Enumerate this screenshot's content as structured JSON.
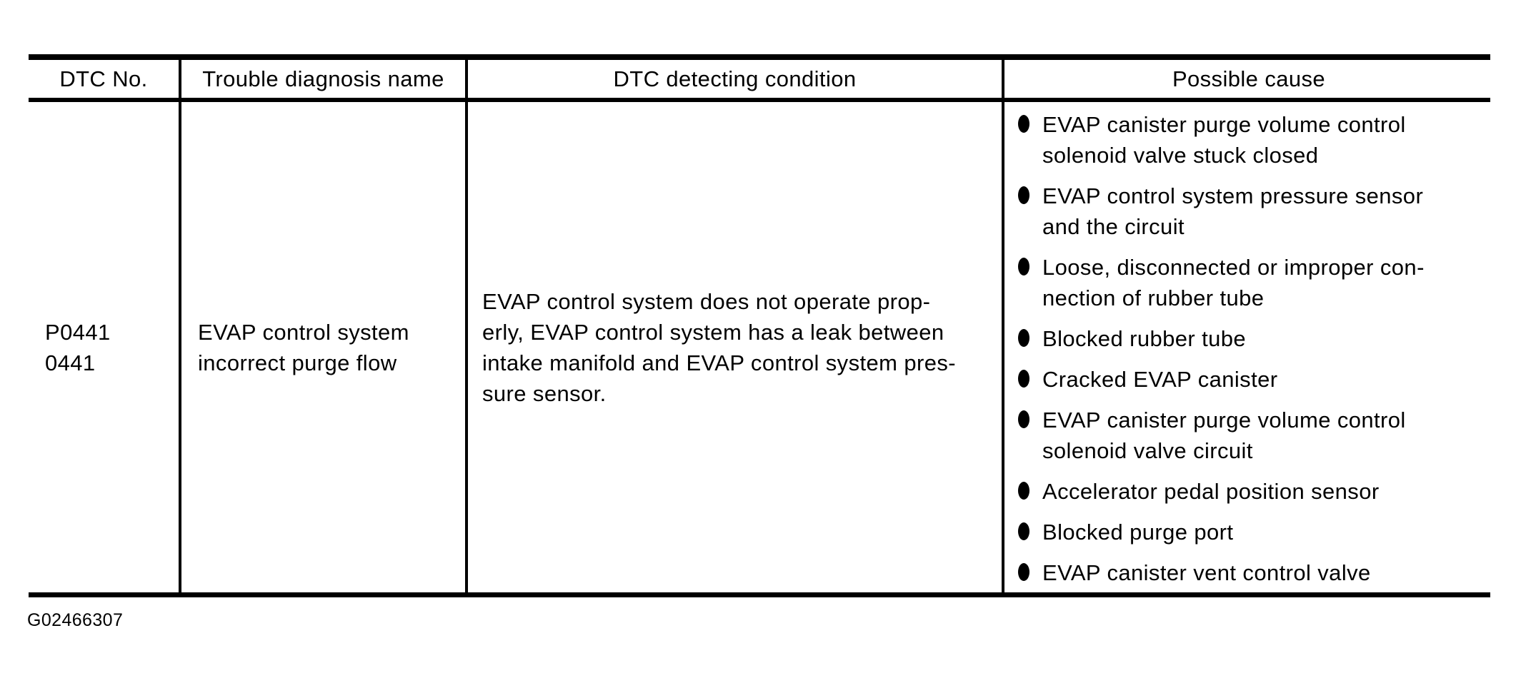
{
  "colors": {
    "ink": "#000000",
    "background": "#ffffff"
  },
  "icons": {
    "bullet": "black-vertical-diamond-bullet"
  },
  "table": {
    "headers": [
      "DTC No.",
      "Trouble diagnosis name",
      "DTC detecting condition",
      "Possible cause"
    ],
    "row": {
      "dtc_no": "P0441\n0441",
      "trouble_diagnosis_name": "EVAP control system\nincorrect purge flow",
      "dtc_detecting_condition": "EVAP control system does not operate prop-\nerly, EVAP control system has a leak between\nintake manifold and EVAP control system pres-\nsure sensor.",
      "possible_causes": [
        "EVAP canister purge volume control\nsolenoid valve stuck closed",
        "EVAP control system pressure sensor\nand the circuit",
        "Loose, disconnected or improper con-\nnection of rubber tube",
        "Blocked rubber tube",
        "Cracked EVAP canister",
        "EVAP canister purge volume control\nsolenoid valve circuit",
        "Accelerator pedal position sensor",
        "Blocked purge port",
        "EVAP canister vent control valve"
      ]
    }
  },
  "footer": {
    "figure_id": "G02466307"
  }
}
